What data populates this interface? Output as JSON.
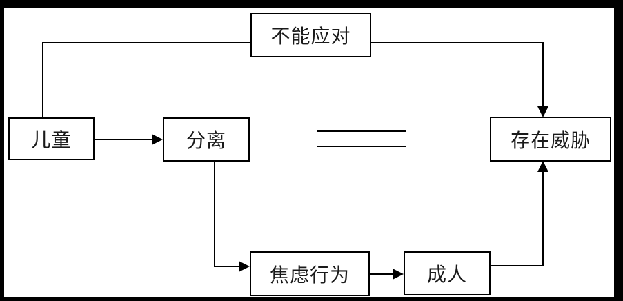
{
  "diagram": {
    "type": "flow-diagram",
    "nodes": {
      "cannot_cope": {
        "label": "不能应对"
      },
      "child": {
        "label": "儿童"
      },
      "separation": {
        "label": "分离"
      },
      "threat": {
        "label": "存在威胁"
      },
      "anxious_behavior": {
        "label": "焦虑行为"
      },
      "adult": {
        "label": "成人"
      }
    },
    "edges": [
      {
        "from": "child",
        "to": "separation",
        "relation": "arrow"
      },
      {
        "from": "child",
        "via": "cannot_cope",
        "to": "threat",
        "relation": "arrow"
      },
      {
        "from": "separation",
        "to": "anxious_behavior",
        "relation": "arrow"
      },
      {
        "from": "anxious_behavior",
        "to": "adult",
        "relation": "arrow"
      },
      {
        "from": "adult",
        "to": "threat",
        "relation": "arrow"
      },
      {
        "from": "separation",
        "to": "threat",
        "relation": "equals"
      }
    ],
    "connector_symbol": "=",
    "colors": {
      "line": "#000000",
      "box_border": "#000000",
      "frame": "#000000",
      "background": "#ffffff",
      "text": "#1a1a1a"
    }
  }
}
